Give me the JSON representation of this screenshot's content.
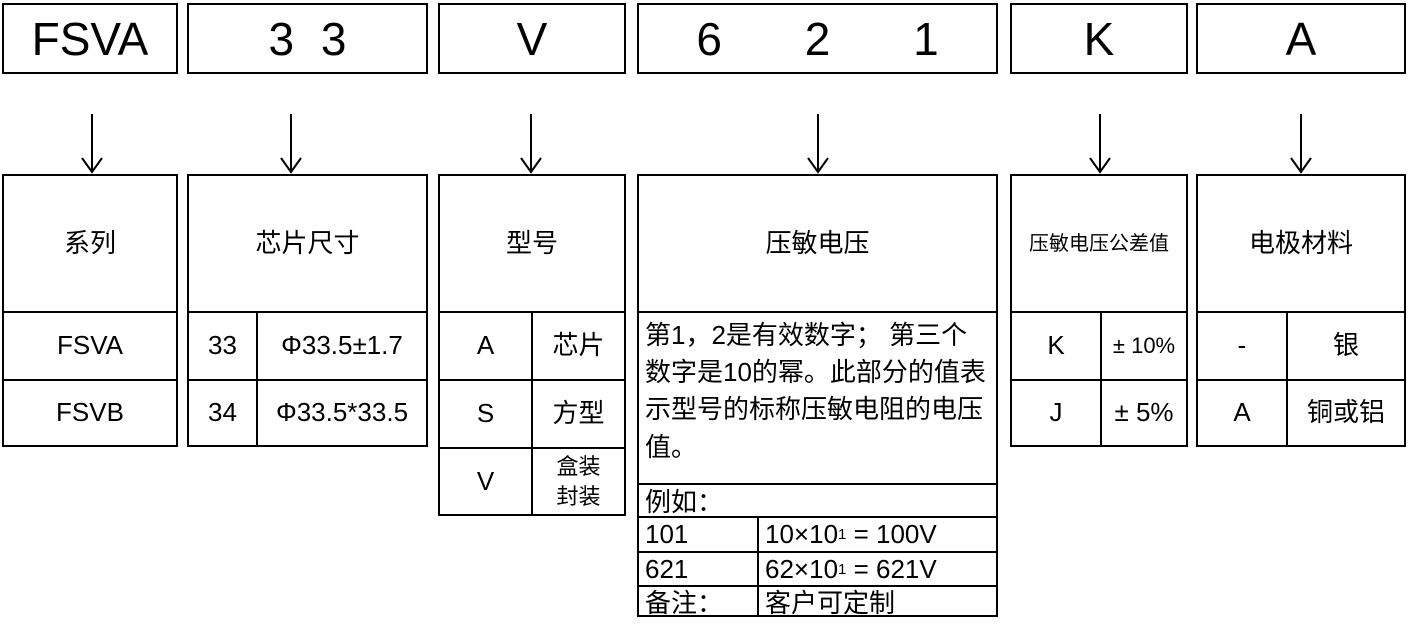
{
  "codes": [
    "FSVA",
    "3 3",
    "V",
    "6 2 1",
    "K",
    "A"
  ],
  "series": {
    "title": "系列",
    "rows": [
      "FSVA",
      "FSVB"
    ]
  },
  "chip_size": {
    "title": "芯片尺寸",
    "rows": [
      {
        "code": "33",
        "value": "Φ33.5±1.7"
      },
      {
        "code": "34",
        "value": "Φ33.5*33.5"
      }
    ]
  },
  "model": {
    "title": "型号",
    "rows": [
      {
        "code": "A",
        "label": "芯片"
      },
      {
        "code": "S",
        "label": "方型"
      },
      {
        "code": "V",
        "label_line1": "盒装",
        "label_line2": "封装"
      }
    ]
  },
  "varistor_voltage": {
    "title": "压敏电压",
    "description": "第1，2是有效数字； 第三个数字是10的幂。此部分的值表示型号的标称压敏电阻的电压值。",
    "example_label": "例如：",
    "examples": [
      {
        "code": "101",
        "formula_base": "10×10",
        "formula_exp": "1",
        "formula_result": " = 100V"
      },
      {
        "code": "621",
        "formula_base": "62×10",
        "formula_exp": "1",
        "formula_result": " = 621V"
      }
    ],
    "note_label": "备注：",
    "note_text": "客户可定制"
  },
  "tolerance": {
    "title": "压敏电压公差值",
    "rows": [
      {
        "code": "K",
        "value": "± 10%"
      },
      {
        "code": "J",
        "value": "± 5%"
      }
    ]
  },
  "electrode": {
    "title": "电极材料",
    "rows": [
      {
        "code": "-",
        "value": "银"
      },
      {
        "code": "A",
        "value": "铜或铝"
      }
    ]
  }
}
